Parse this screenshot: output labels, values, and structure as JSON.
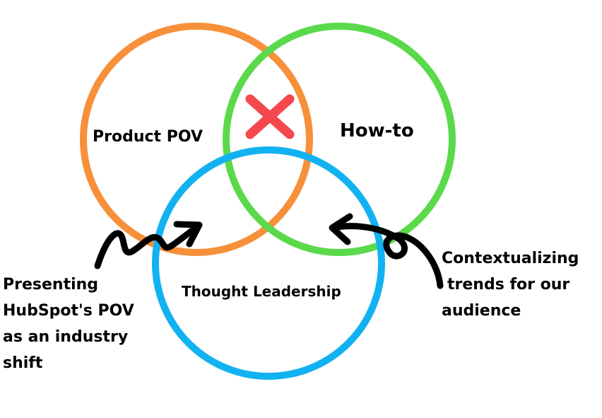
{
  "colors": {
    "product": "#f7903a",
    "howto": "#5ad94a",
    "thought": "#12b2f2",
    "cross": "#f5474e",
    "ink": "#000000"
  },
  "circles": {
    "product": {
      "label": "Product POV"
    },
    "howto": {
      "label": "How-to"
    },
    "thought": {
      "label": "Thought Leadership"
    }
  },
  "overlap_marker": {
    "icon": "cross-icon"
  },
  "annotations": {
    "left": {
      "lines": [
        "Presenting",
        "HubSpot's POV",
        "as an industry",
        "shift"
      ],
      "arrow_icon": "squiggle-arrow-icon"
    },
    "right": {
      "lines": [
        "Contextualizing",
        "trends for our",
        "audience"
      ],
      "arrow_icon": "curl-arrow-icon"
    }
  }
}
